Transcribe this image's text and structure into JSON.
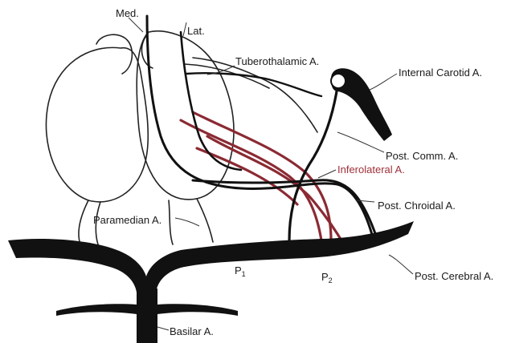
{
  "labels": {
    "med": "Med.",
    "lat": "Lat.",
    "tuberothalamic": "Tuberothalamic A.",
    "internal_carotid": "Internal Carotid A.",
    "post_comm": "Post. Comm. A.",
    "inferolateral": "Inferolateral A.",
    "post_choroidal": "Post. Chroidal A.",
    "paramedian": "Paramedian A.",
    "p1_letter": "P",
    "p1_sub": "1",
    "p2_letter": "P",
    "p2_sub": "2",
    "post_cerebral": "Post. Cerebral A.",
    "basilar": "Basilar A."
  },
  "colors": {
    "vessel": "#111111",
    "outline": "#222222",
    "inferolateral_branch": "#8b2a33",
    "inferolateral_label": "#a0303a"
  }
}
